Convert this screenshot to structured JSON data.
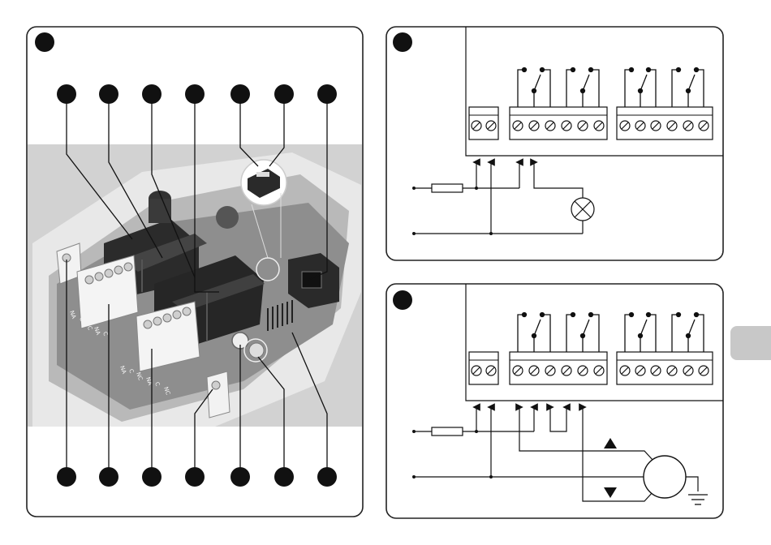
{
  "figure": {
    "panels": [
      {
        "id": "photo-panel",
        "content": "relay board photograph with callout markers"
      },
      {
        "id": "light-wiring-panel",
        "content": "wiring diagram: fuse, supply lines, lamp"
      },
      {
        "id": "motor-wiring-panel",
        "content": "wiring diagram: fuse, supply lines, motor with up/down arrows, ground"
      }
    ],
    "photo_labels": {
      "terminal_block_a": [
        "NA",
        "C",
        "NC",
        "NA",
        "C",
        "NC"
      ],
      "terminal_block_b": [
        "NA",
        "C",
        "NC",
        "NA",
        "C",
        "NC"
      ]
    },
    "colors": {
      "ink": "#111111",
      "panel_border": "#222222",
      "photo_bg": "#cfcfcf",
      "side_tab": "#c8c8c8"
    },
    "icons": [
      "lamp-icon",
      "motor-icon",
      "ground-icon",
      "fuse-icon",
      "up-arrow-icon",
      "down-arrow-icon",
      "relay-contact-icon",
      "screw-terminal-icon"
    ]
  }
}
